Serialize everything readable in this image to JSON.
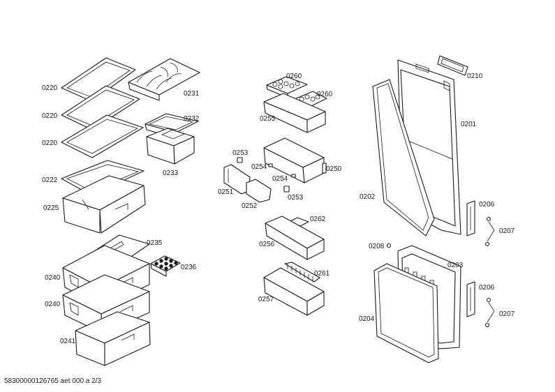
{
  "labels": {
    "l0220a": "0220",
    "l0220b": "0220",
    "l0220c": "0220",
    "l0222": "0222",
    "l0225": "0225",
    "l0231": "0231",
    "l0232": "0232",
    "l0233": "0233",
    "l0235": "0235",
    "l0236": "0236",
    "l0240a": "0240",
    "l0240b": "0240",
    "l0241": "0241",
    "l0260a": "0260",
    "l0260b": "0260",
    "l0255": "0255",
    "l0253a": "0253",
    "l0254a": "0254",
    "l0250": "0250",
    "l0254b": "0254",
    "l0251": "0251",
    "l0252": "0252",
    "l0253b": "0253",
    "l0262": "0262",
    "l0256": "0256",
    "l0261": "0261",
    "l0257": "0257",
    "l0210": "0210",
    "l0201": "0201",
    "l0202": "0202",
    "l0206a": "0206",
    "l0207a": "0207",
    "l0208": "0208",
    "l0203": "0203",
    "l0206b": "0206",
    "l0207b": "0207",
    "l0204": "0204"
  },
  "footer": "58300000126765 aet 000 a 2/3"
}
